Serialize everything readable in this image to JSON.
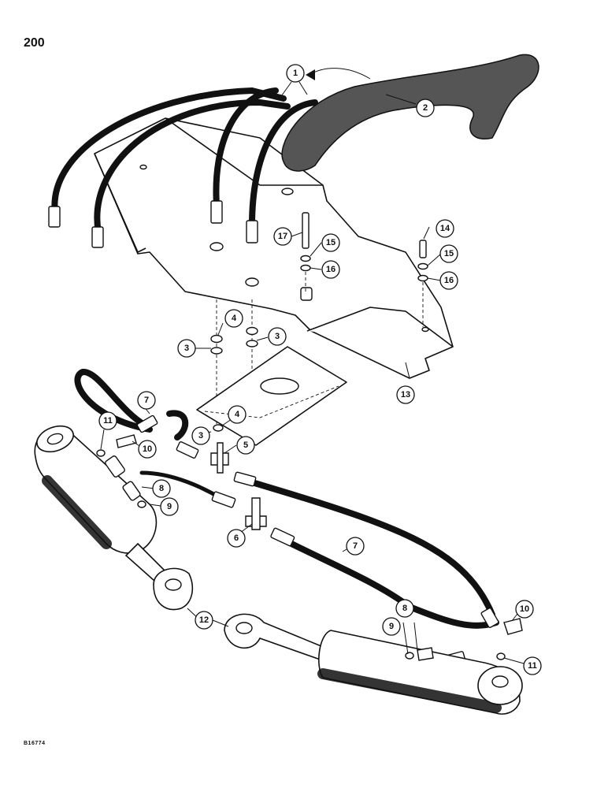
{
  "page": {
    "number": "200",
    "figure_code": "B16774"
  },
  "callouts": [
    "1",
    "2",
    "3",
    "4",
    "5",
    "6",
    "7",
    "8",
    "9",
    "10",
    "11",
    "12",
    "13",
    "14",
    "15",
    "16",
    "17"
  ]
}
